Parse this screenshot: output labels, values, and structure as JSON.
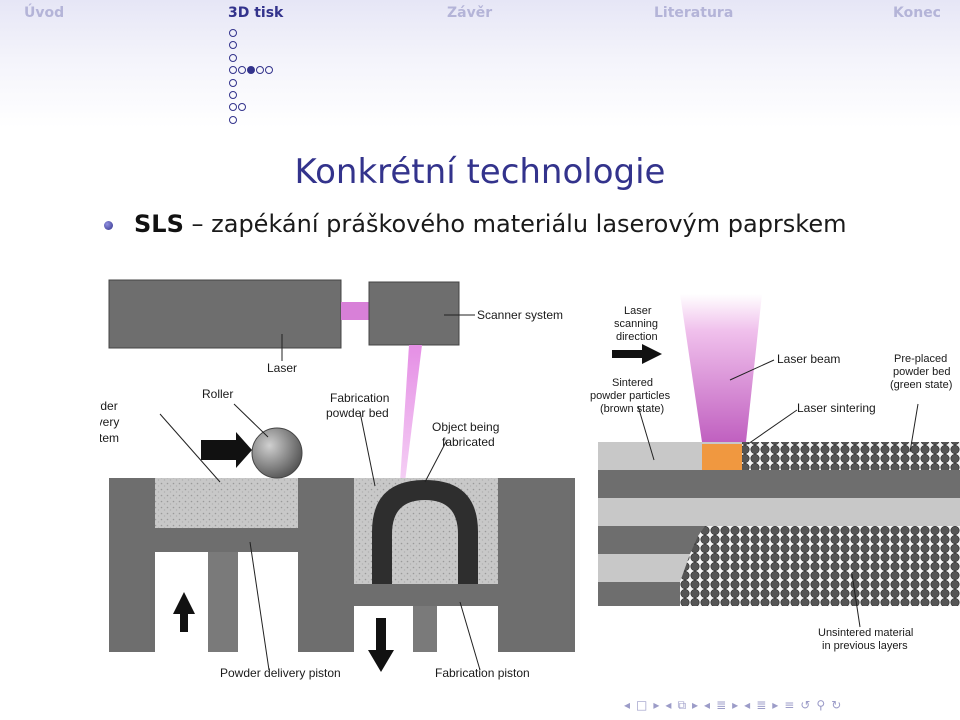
{
  "nav": {
    "items": [
      {
        "label": "Úvod",
        "active": false
      },
      {
        "label": "3D tisk",
        "active": true
      },
      {
        "label": "Závěr",
        "active": false
      },
      {
        "label": "Literatura",
        "active": false
      },
      {
        "label": "Konec",
        "active": false
      }
    ]
  },
  "slide": {
    "title": "Konkrétní technologie",
    "bullet_strong": "SLS",
    "bullet_text": " – zapékání práškového materiálu laserovým paprskem"
  },
  "figure_left": {
    "laser": "Laser",
    "scanner": "Scanner system",
    "roller": "Roller",
    "powder_delivery_1": "Powder",
    "powder_delivery_2": "delivery",
    "powder_delivery_3": "system",
    "fab_bed_1": "Fabrication",
    "fab_bed_2": "powder bed",
    "object_1": "Object being",
    "object_2": "fabricated",
    "delivery_piston": "Powder delivery piston",
    "fab_piston": "Fabrication piston"
  },
  "figure_right": {
    "laser_dir_1": "Laser",
    "laser_dir_2": "scanning",
    "laser_dir_3": "direction",
    "laser_beam": "Laser beam",
    "preplaced_1": "Pre-placed",
    "preplaced_2": "powder bed",
    "preplaced_3": "(green state)",
    "sintered_1": "Sintered",
    "sintered_2": "powder particles",
    "sintered_3": "(brown state)",
    "laser_sintering": "Laser sintering",
    "unsintered_1": "Unsintered material",
    "unsintered_2": "in previous layers"
  },
  "colors": {
    "accent": "#33338c",
    "nav_inactive": "#b4b4d8",
    "machine_gray": "#6e6e6e",
    "laser_pink": "#d880d8"
  },
  "icons": [
    "arrow-left-icon",
    "arrow-right-icon",
    "frame-icon",
    "section-icon",
    "subsection-icon",
    "find-icon",
    "loop-icon"
  ]
}
